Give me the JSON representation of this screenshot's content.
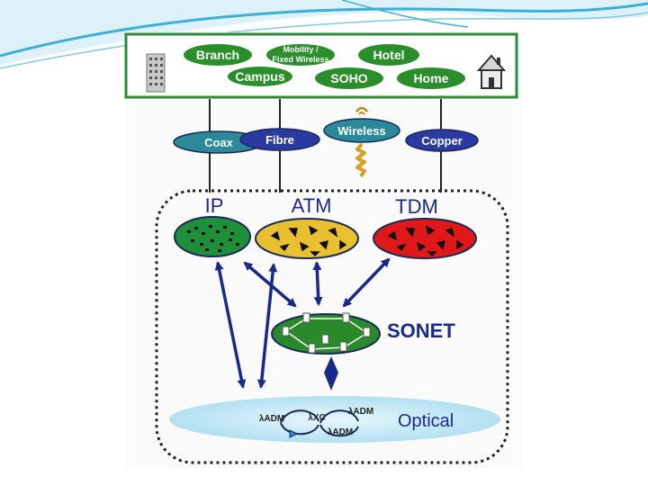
{
  "colors": {
    "accent_wave": "#3ab0d6",
    "frame_green": "#2e8b3a",
    "pill_green": "#2a8f2a",
    "media_teal": "#2a8a9a",
    "media_blue": "#2a3aa0",
    "ip_green": "#1f8f3a",
    "atm_yellow": "#e8c030",
    "tdm_red": "#e01818",
    "sonet_green": "#2a8a2a",
    "arrow_navy": "#1a2a8a",
    "optical_fill": "#bfe6f3"
  },
  "access_sites": {
    "branch": "Branch",
    "mobility_line1": "Mobility /",
    "mobility_line2": "Fixed Wireless",
    "hotel": "Hotel",
    "campus": "Campus",
    "soho": "SOHO",
    "home": "Home"
  },
  "media": {
    "coax": "Coax",
    "fibre": "Fibre",
    "wireless": "Wireless",
    "copper": "Copper"
  },
  "layers": {
    "ip": "IP",
    "atm": "ATM",
    "tdm": "TDM",
    "sonet": "SONET",
    "optical": "Optical"
  },
  "optical_nodes": {
    "oadm_left": "λADM",
    "oxc": "λXC",
    "oadm_right": "λADM",
    "oadm_bottom": "λADM"
  },
  "icons": [
    "building-icon",
    "house-icon",
    "antenna-icon"
  ]
}
